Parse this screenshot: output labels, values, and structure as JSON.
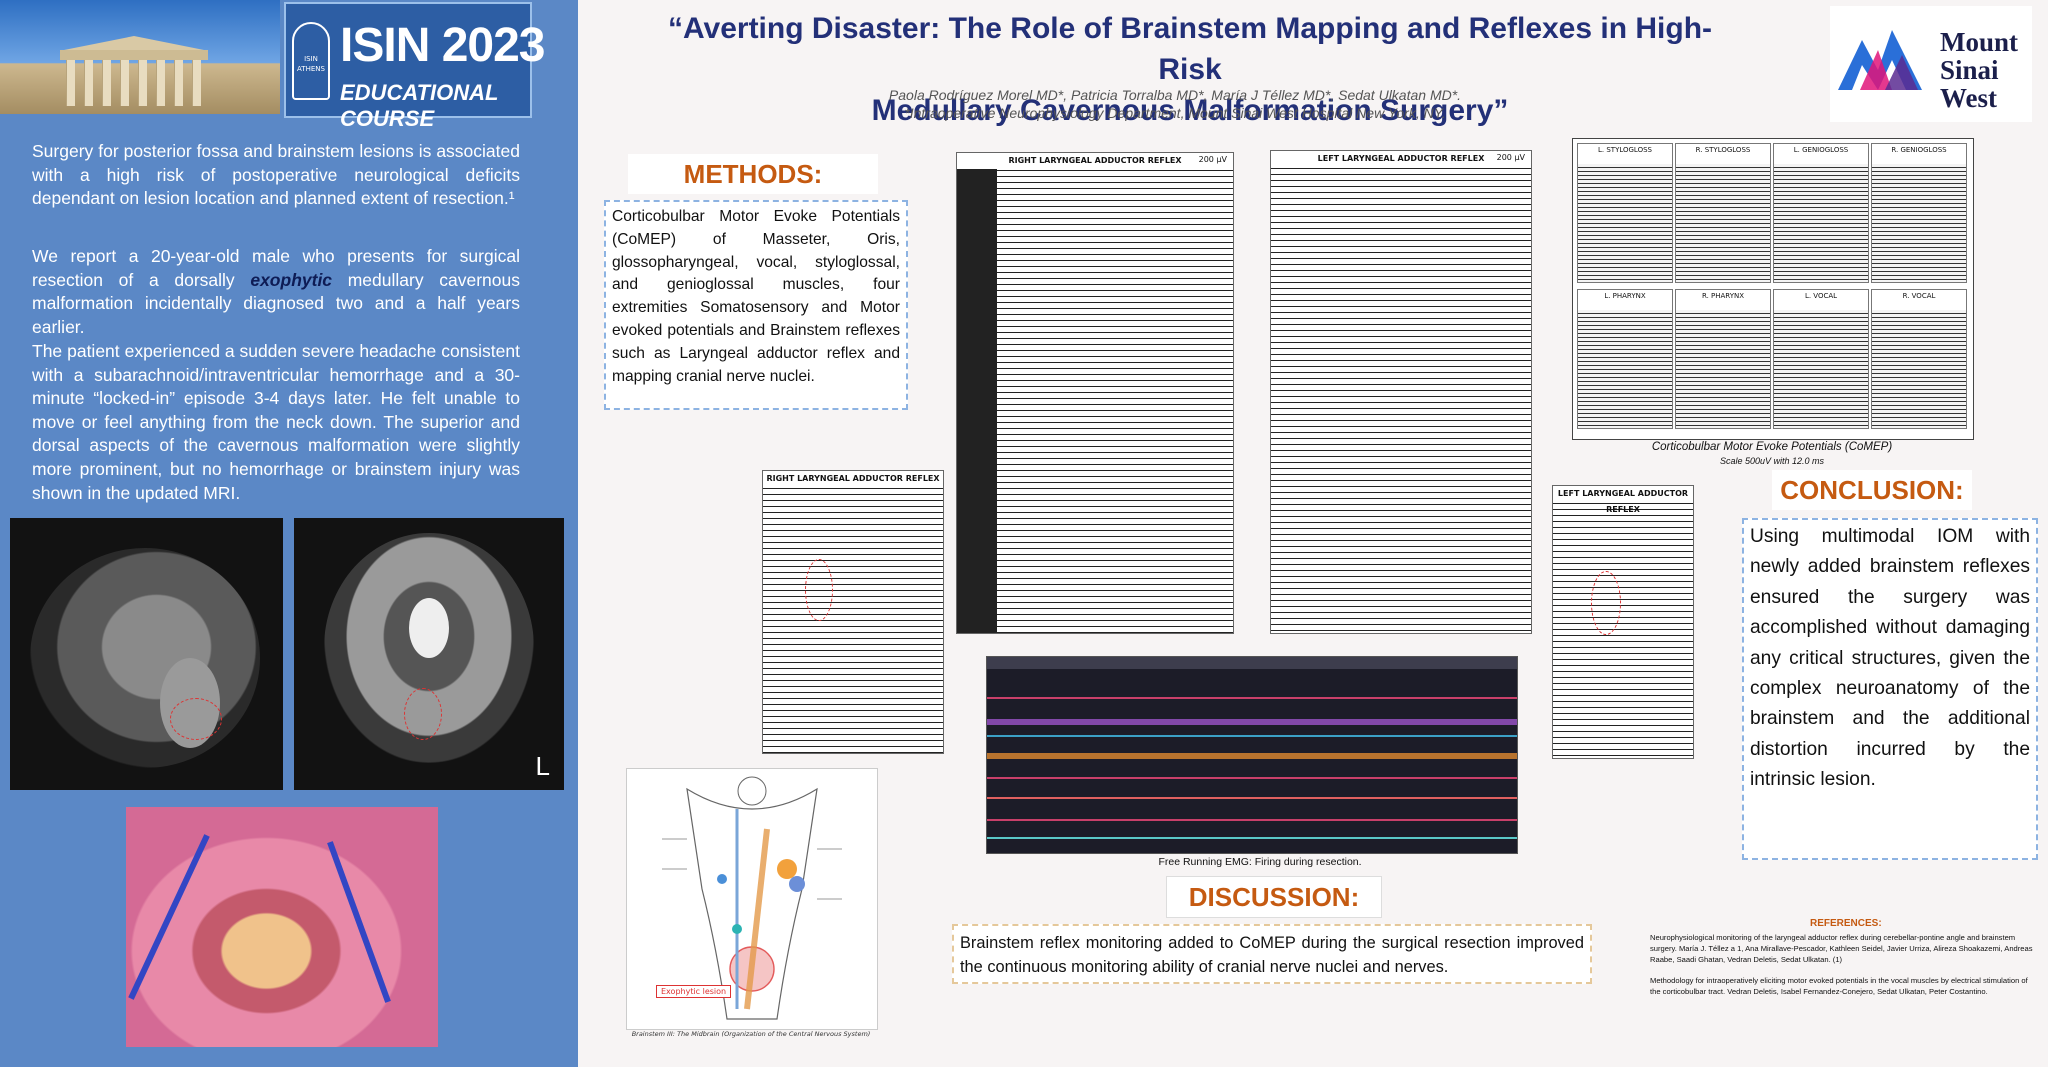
{
  "banner": {
    "logo_title": "ISIN 2023",
    "logo_subtitle": "EDUCATIONAL COURSE",
    "logo_mark": "ISIN ATHENS"
  },
  "intro": {
    "p1": "Surgery for posterior fossa and brainstem lesions is associated with a high risk of postoperative neurological deficits dependant on lesion location and planned extent of resection.¹",
    "p2_before": "We report a 20-year-old male who presents for surgical resection of a dorsally ",
    "p2_emph": "exophytic",
    "p2_after": " medullary cavernous malformation incidentally diagnosed two and a half years earlier.",
    "p3": "The patient experienced a sudden severe headache consistent with a subarachnoid/intraventricular hemorrhage and a 30-minute “locked-in” episode 3-4 days later. He felt unable to move or feel anything from the neck down. The superior and dorsal aspects of the cavernous malformation were slightly more prominent, but no hemorrhage or brainstem injury was shown in the updated MRI."
  },
  "mri_label": "L",
  "poster": {
    "title_line1": "“Averting Disaster: The Role of Brainstem Mapping and Reflexes in High-Risk",
    "title_line2": "Medullary Cavernous Malformation Surgery”",
    "authors": "Paola Rodríguez Morel MD*, Patricia Torralba MD*, María J Téllez MD*, Sedat Ulkatan MD*.",
    "affiliation": "*Intraoperative Neurophysiology Department, Mount Sinai West Hospital New York, NY.",
    "institution_line1": "Mount",
    "institution_line2": "Sinai",
    "institution_line3": "West"
  },
  "methods": {
    "heading": "METHODS:",
    "text": "Corticobulbar Motor Evoke Potentials (CoMEP) of Masseter, Oris, glossopharyngeal, vocal, styloglossal, and genioglossal muscles, four extremities Somatosensory and Motor evoked potentials and Brainstem reflexes such as Laryngeal adductor reflex and mapping cranial nerve nuclei."
  },
  "traces": {
    "right_title": "RIGHT LARYNGEAL ADDUCTOR REFLEX",
    "left_title": "LEFT LARYNGEAL ADDUCTOR REFLEX",
    "scale": "200 µV"
  },
  "comep": {
    "cells": [
      "L. STYLOGLOSS",
      "R. STYLOGLOSS",
      "L. GENIOGLOSS",
      "R. GENIOGLOSS",
      "L. PHARYNX",
      "R. PHARYNX",
      "L. VOCAL",
      "R. VOCAL"
    ],
    "caption": "Corticobulbar Motor Evoke Potentials (CoMEP)",
    "scale": "Scale 500uV with 12.0 ms"
  },
  "emg": {
    "caption": "Free Running EMG: Firing during resection."
  },
  "conclusion": {
    "heading": "CONCLUSION:",
    "text": "Using multimodal IOM with newly added brainstem reflexes ensured the surgery was accomplished without damaging any critical structures, given the complex neuroanatomy of the brainstem and the additional distortion incurred by the intrinsic lesion."
  },
  "discussion": {
    "heading": "DISCUSSION:",
    "text": "Brainstem reflex monitoring added to CoMEP during the surgical resection improved the continuous monitoring ability of cranial nerve nuclei and nerves."
  },
  "anatomy": {
    "lesion_label": "Exophytic lesion",
    "caption": "Brainstem III: The Midbrain (Organization of the Central Nervous System)"
  },
  "references": {
    "heading": "REFERENCES:",
    "ref1": "Neurophysiological monitoring of the laryngeal adductor reflex during cerebellar-pontine angle and brainstem surgery. María J. Téllez a 1, Ana Mirallave-Pescador, Kathleen Seidel, Javier Urriza, Alireza Shoakazemi, Andreas Raabe, Saadi Ghatan, Vedran Deletis, Sedat Ulkatan. (1)",
    "ref2": "Methodology for intraoperatively eliciting motor evoked potentials in the vocal muscles by electrical stimulation of the corticobulbar tract. Vedran Deletis, Isabel Fernandez-Conejero, Sedat Ulkatan, Peter Costantino."
  },
  "colors": {
    "left_panel": "#5b88c6",
    "title": "#233078",
    "heading": "#c55a11",
    "box_border": "#8db3e2"
  }
}
